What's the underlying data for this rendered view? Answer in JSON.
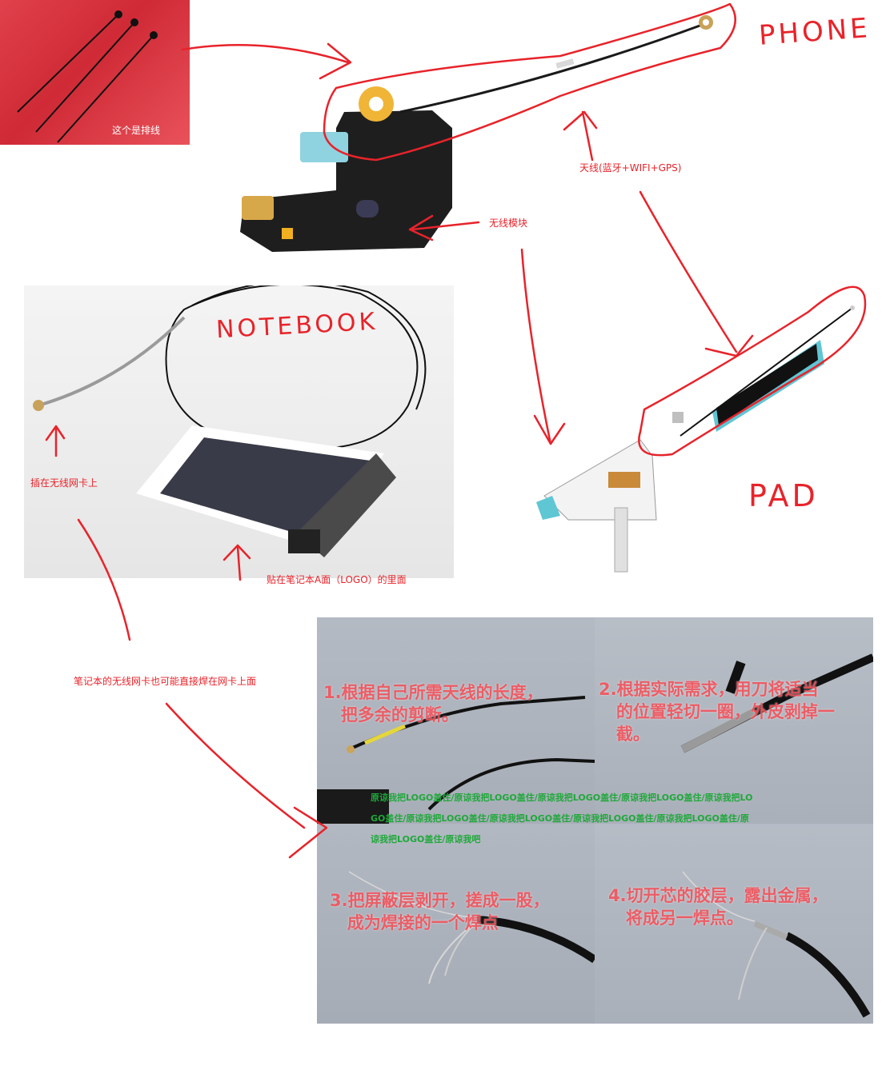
{
  "captions": {
    "ribbon_cable": "这个是排线",
    "antenna_types": "天线(蓝牙+WIFI+GPS)",
    "wireless_module": "无线模块",
    "plug_in_card": "插在无线网卡上",
    "stick_inside": "贴在笔记本A面（LOGO）的里面",
    "notebook_note": "笔记本的无线网卡也可能直接焊在网卡上面"
  },
  "handwritten": {
    "phone": "PHONE",
    "notebook": "NOTEBOOK",
    "pad": "PAD"
  },
  "steps": [
    {
      "text": "1.根据自己所需天线的长度，\n   把多余的剪断。"
    },
    {
      "text": "2.根据实际需求，用刀将适当\n   的位置轻切一圈，外皮剥掉一\n   截。"
    },
    {
      "text": "3.把屏蔽层剥开，搓成一股，\n   成为焊接的一个焊点"
    },
    {
      "text": "4.切开芯的胶层，露出金属，\n   将成另一焊点。"
    }
  ],
  "watermark": "原谅我把LOGO盖住/原谅我把LOGO盖住/原谅我把LOGO盖住/原谅我把LOGO盖住/原谅我把LOGO盖住/原谅我把LOGO盖住/原谅我把LOGO盖住/原谅我把LOGO盖住/原谅我把LOGO盖住/原谅我把LOGO盖住/原谅我吧",
  "colors": {
    "annotation_red": "#e8232a",
    "watermark_green": "#1fa83a",
    "step_text": "#f04650"
  }
}
